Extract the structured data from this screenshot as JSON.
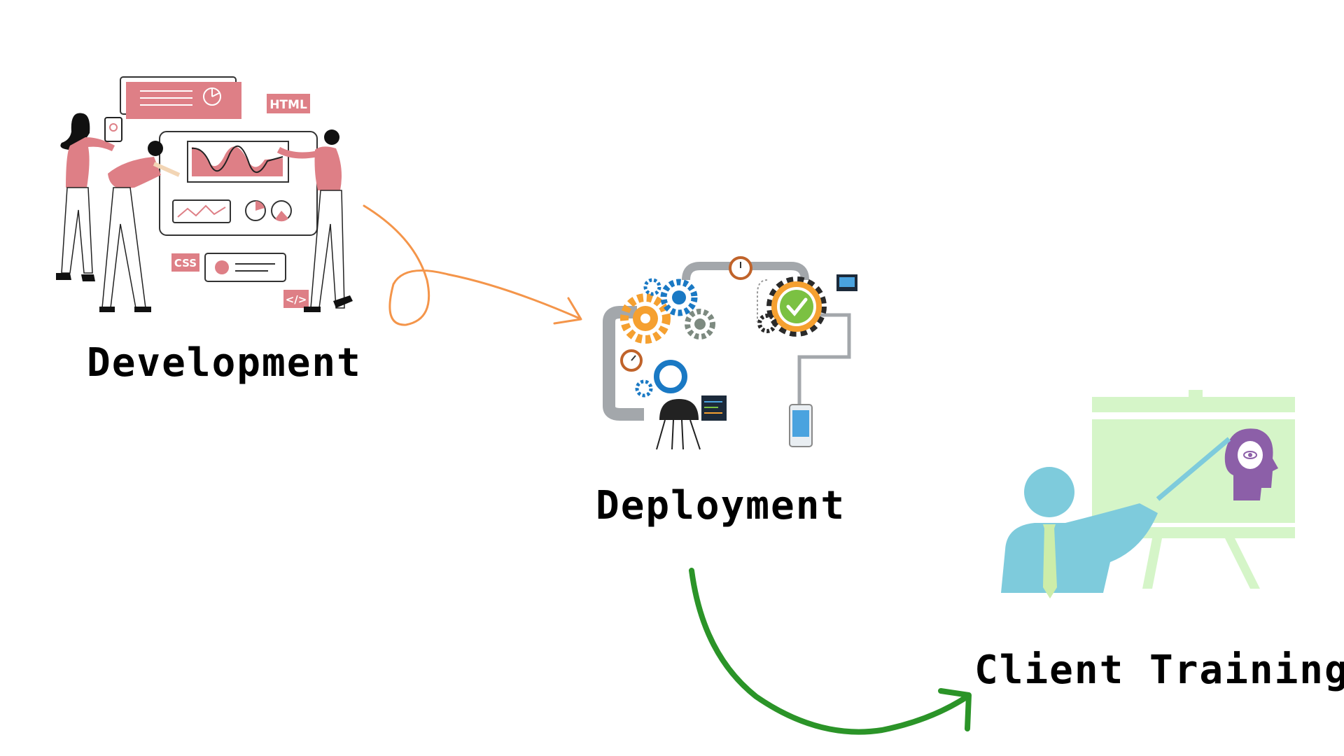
{
  "steps": [
    {
      "label": "Development"
    },
    {
      "label": "Deployment"
    },
    {
      "label": "Client Training"
    }
  ],
  "development_tags": {
    "html": "HTML",
    "css": "CSS",
    "code": "</>"
  },
  "colors": {
    "development_accent": "#de7f86",
    "arrow_dev_to_dep": "#f4954a",
    "arrow_dep_to_client": "#2b9428",
    "client_figure": "#7ecbdc",
    "client_board": "#d5f5c8",
    "client_tie": "#cdeda9",
    "client_head_icon": "#8c5fa8",
    "gear_orange": "#f5a030",
    "gear_blue": "#1a79c4",
    "check_green": "#7bc142",
    "pipe_gray": "#a3a7ab"
  },
  "icons": {
    "development": "team-building-dashboard-illustration",
    "deployment": "gears-and-pipes-illustration",
    "client_training": "presenter-at-board-illustration",
    "arrow1": "curly-arrow-icon",
    "arrow2": "curved-arrow-icon"
  }
}
